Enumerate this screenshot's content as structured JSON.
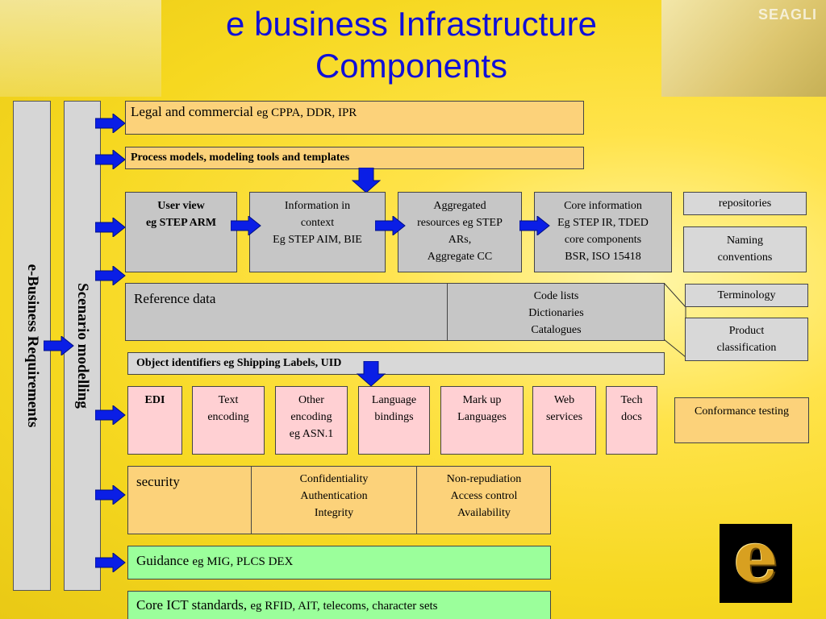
{
  "title": {
    "line1": "e business Infrastructure",
    "line2": "Components"
  },
  "background_logo_text": "SEAGLI",
  "left_bars": {
    "requirements": "e-Business Requirements",
    "scenario": "Scenario modelling"
  },
  "legal": {
    "main": "Legal and commercial ",
    "eg": "eg CPPA, DDR, IPR"
  },
  "process": "Process models, modeling tools and templates",
  "user_view": {
    "line1": "User view",
    "line2": "eg STEP ARM"
  },
  "info_context": {
    "line1": "Information in",
    "line2": "context",
    "line3": "Eg STEP AIM, BIE"
  },
  "aggregated": {
    "line1": "Aggregated",
    "line2": "resources eg STEP",
    "line3": "ARs,",
    "line4": "Aggregate CC"
  },
  "core_info": {
    "line1": "Core information",
    "line2": "Eg STEP IR, TDED",
    "line3": "core components",
    "line4": "BSR, ISO 15418"
  },
  "repositories": "repositories",
  "naming": {
    "line1": "Naming",
    "line2": "conventions"
  },
  "reference_data": "Reference data",
  "code_lists": {
    "line1": "Code lists",
    "line2": "Dictionaries",
    "line3": "Catalogues"
  },
  "terminology": "Terminology",
  "product_class": {
    "line1": "Product",
    "line2": "classification"
  },
  "object_ids": "Object identifiers eg Shipping Labels, UID",
  "edi": "EDI",
  "text_encoding": {
    "line1": "Text",
    "line2": "encoding"
  },
  "other_encoding": {
    "line1": "Other",
    "line2": "encoding",
    "line3": "eg ASN.1"
  },
  "language_bindings": {
    "line1": "Language",
    "line2": "bindings"
  },
  "markup": {
    "line1": "Mark up",
    "line2": "Languages"
  },
  "web_services": {
    "line1": "Web",
    "line2": "services"
  },
  "tech_docs": {
    "line1": "Tech",
    "line2": "docs"
  },
  "conformance": "Conformance testing",
  "security": "security",
  "security_col2": {
    "line1": "Confidentiality",
    "line2": "Authentication",
    "line3": "Integrity"
  },
  "security_col3": {
    "line1": "Non-repudiation",
    "line2": "Access control",
    "line3": "Availability"
  },
  "guidance": {
    "main": "Guidance ",
    "eg": "eg MIG, PLCS DEX"
  },
  "core_ict": {
    "main": "Core ICT standards, ",
    "eg": "eg RFID, AIT, telecoms, character sets"
  },
  "logo_letter": "e",
  "colors": {
    "title": "#1010d8",
    "arrow_blue": "#0a1ee6",
    "orange_box": "#fcd27a",
    "gray_box": "#c6c6c6",
    "pink_box": "#ffd0d3",
    "green_box": "#9bff9b"
  }
}
